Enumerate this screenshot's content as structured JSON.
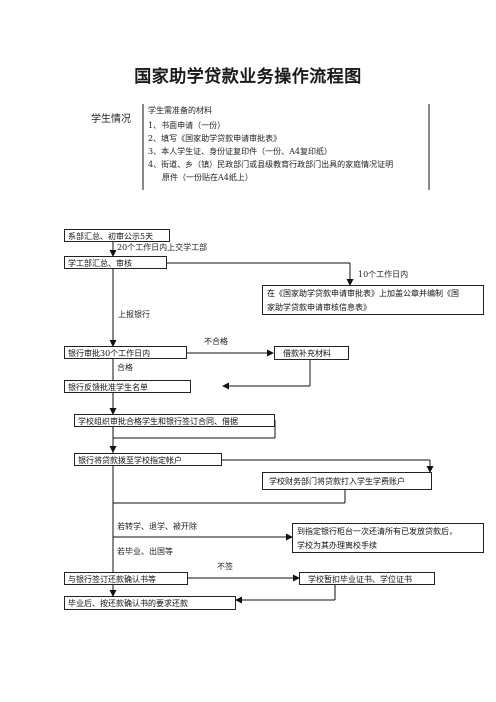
{
  "title": "国家助学贷款业务操作流程图",
  "student_info": {
    "label": "学生情况",
    "materials_header": "学生需准备的材料",
    "materials": [
      "1、书面申请（一份）",
      "2、填写《国家助学贷款申请审批表》",
      "3、本人学生证、身份证复印件（一份、A4复印纸）",
      "4、街道、乡（镇）民政部门或县级教育行政部门出具的家庭情况证明",
      "原件（一份贴在A4纸上）"
    ]
  },
  "steps": {
    "dept_review": "系部汇总、初审公示5天",
    "dept_to_office_note": "20个工作日内上交学工部",
    "office_summary": "学工部汇总、审核",
    "ten_days_note": "10个工作日内",
    "stamp_box_line1": "在《国家助学贷款申请审批表》上加盖公章并编制《国",
    "stamp_box_line2": "家助学贷款申请审核信息表》",
    "submit_bank_note": "上报银行",
    "fail_note": "不合格",
    "bank_approval": "银行审批30个工作日内",
    "supplement": "借款补充材料",
    "pass_note": "合格",
    "bank_feedback": "银行反馈批准学生名单",
    "contract": "学校组织审批合格学生和银行签订合同、借据",
    "disburse": "银行将贷款拨至学校指定帐户",
    "finance_box": "学校财务部门将贷款打入学生学费账户",
    "transfer_note": "若转学、退学、被开除",
    "repay_box_line1": "到指定银行柜台一次还清所有已发放贷款后，",
    "repay_box_line2": "学校为其办理离校手续",
    "graduate_note": "若毕业、出国等",
    "no_sign_note": "不签",
    "sign_repayment": "与银行签订还款确认书等",
    "withhold_box": "学校暂扣毕业证书、学位证书",
    "final_box": "毕业后、按还款确认书的要求还款"
  }
}
